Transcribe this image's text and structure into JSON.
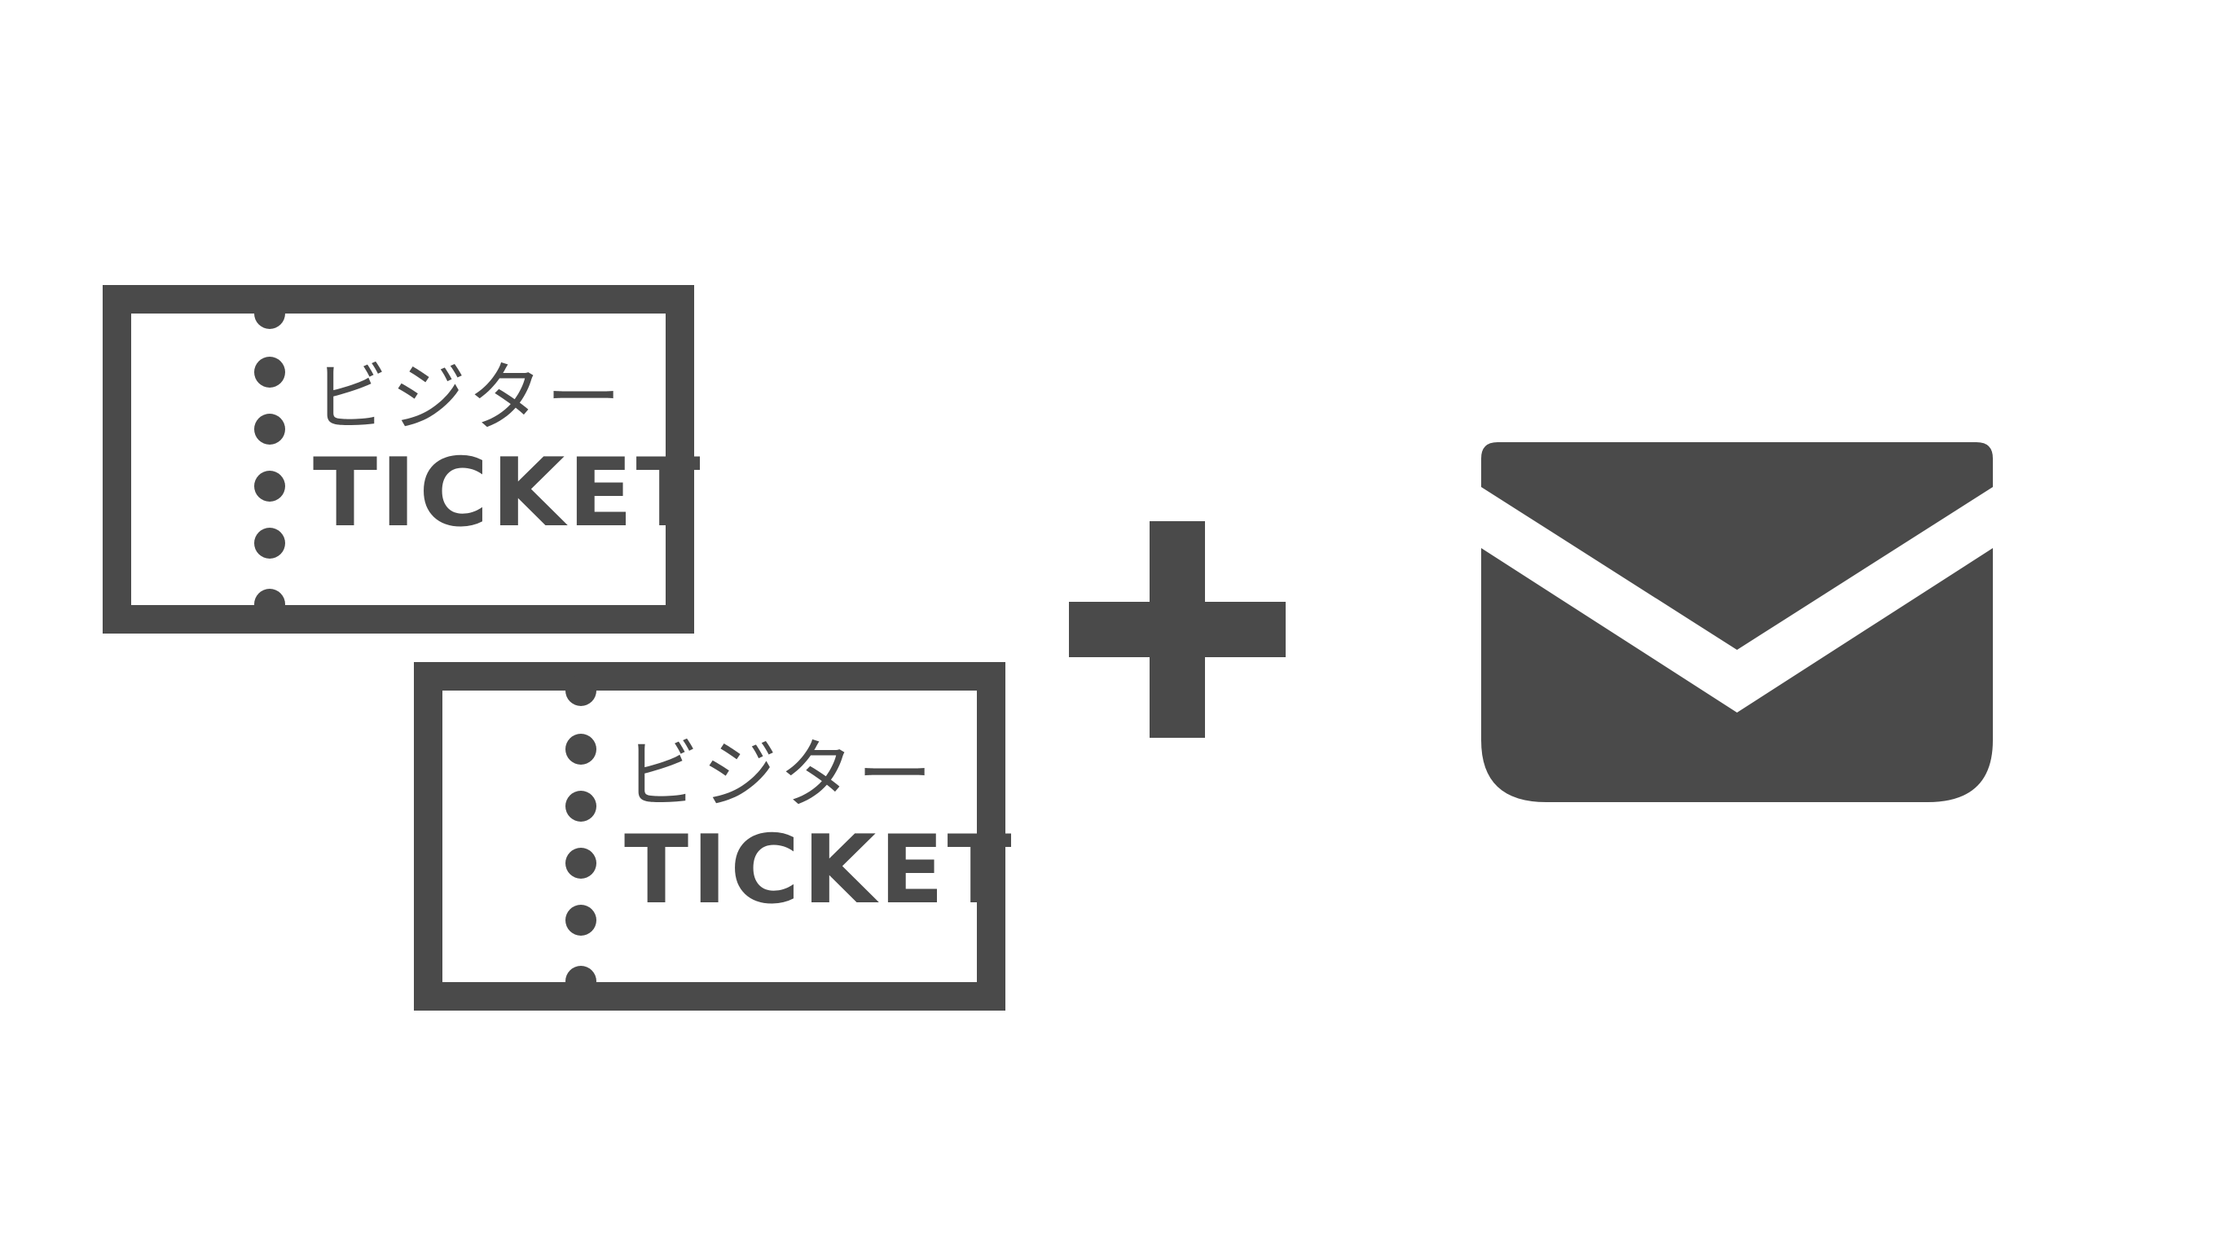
{
  "tickets": [
    {
      "kana": "ビジター",
      "word": "TICKET"
    },
    {
      "kana": "ビジター",
      "word": "TICKET"
    }
  ],
  "icons": {
    "ticket": "ticket-icon",
    "plus": "plus-icon",
    "mail": "mail-icon"
  },
  "colors": {
    "icon": "#4a4a4a",
    "background": "#ffffff"
  }
}
